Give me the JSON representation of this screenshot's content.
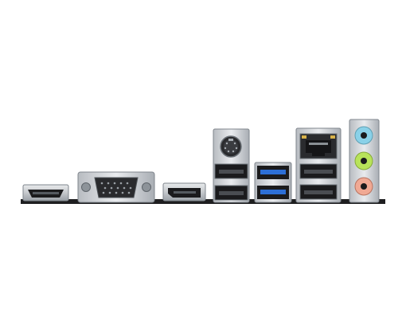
{
  "image": {
    "subject": "",
    "background": "#ffffff"
  },
  "ports": [
    {
      "id": "hdmi",
      "icon": "hdmi-port-icon"
    },
    {
      "id": "vga",
      "icon": "vga-port-icon"
    },
    {
      "id": "displayport",
      "icon": "displayport-icon"
    },
    {
      "id": "ps2",
      "icon": "ps2-port-icon"
    },
    {
      "id": "usb2-stack-1",
      "icon": "usb-port-icon"
    },
    {
      "id": "usb3-stack",
      "icon": "usb3-port-icon"
    },
    {
      "id": "lan-usb-stack",
      "icon": "ethernet-port-icon"
    },
    {
      "id": "audio-jacks",
      "icon": "audio-jack-icon"
    }
  ],
  "colors": {
    "metal": "#c9ccd0",
    "metal_dark": "#9aa0a6",
    "port_black": "#1b1b1d",
    "usb3_blue": "#2d6fd6",
    "audio_blue": "#8ad1e8",
    "audio_green": "#b8e35a",
    "audio_pink": "#f0a994",
    "base_plate": "#1e1e20"
  }
}
